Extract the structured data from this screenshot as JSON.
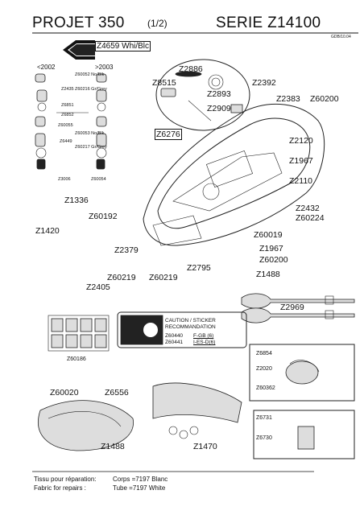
{
  "header": {
    "model": "PROJET 350",
    "page": "(1/2)",
    "series": "SERIE Z14100",
    "doc_code": "GDB/10.04"
  },
  "banner": {
    "label": "Z4659 Whi/Blc"
  },
  "valves": {
    "left_header": "<2002",
    "right_header": ">2003",
    "labels": [
      "Z60052 No/Blk",
      "Z60216 Gr/Grey",
      "Z2435",
      "Z6851",
      "Z6852",
      "Z60055",
      "Z60053 No/Blk",
      "Z60217 Gr/Grey",
      "Z6449",
      "Z3006",
      "Z60054"
    ]
  },
  "parts": {
    "z2886": "Z2886",
    "z8515": "Z8515",
    "z2893": "Z2893",
    "z2909": "Z2909",
    "z2392": "Z2392",
    "z2383": "Z2383",
    "z60200a": "Z60200",
    "z2120": "Z2120",
    "z6276": "Z6276",
    "z1967a": "Z1967",
    "z2110": "Z2110",
    "z1336": "Z1336",
    "z2432": "Z2432",
    "z60224": "Z60224",
    "z60192": "Z60192",
    "z1420": "Z1420",
    "z60019": "Z60019",
    "z2379": "Z2379",
    "z1967b": "Z1967",
    "z60200b": "Z60200",
    "z2795": "Z2795",
    "z60219a": "Z60219",
    "z60219b": "Z60219",
    "z1488a": "Z1488",
    "z2405": "Z2405",
    "z2969": "Z2969",
    "z60186": "Z60186",
    "z6854": "Z6854",
    "z2020": "Z2020",
    "z60362": "Z60362",
    "z60020": "Z60020",
    "z6556": "Z6556",
    "z1488b": "Z1488",
    "z1470": "Z1470",
    "z6731": "Z6731",
    "z6730": "Z6730"
  },
  "caution": {
    "line1": "CAUTION / STICKER",
    "line2": "RECOMMANDATION",
    "z60440": "Z60440",
    "z60440_lang": "F-GB (6)",
    "z60441": "Z60441",
    "z60441_lang": "I-ES-D(6)"
  },
  "footer": {
    "fr_label": "Tissu pour réparation:",
    "fr_value": "Corps =7197 Blanc",
    "en_label": "Fabric for repairs :",
    "en_value": "Tube =7197 White"
  }
}
